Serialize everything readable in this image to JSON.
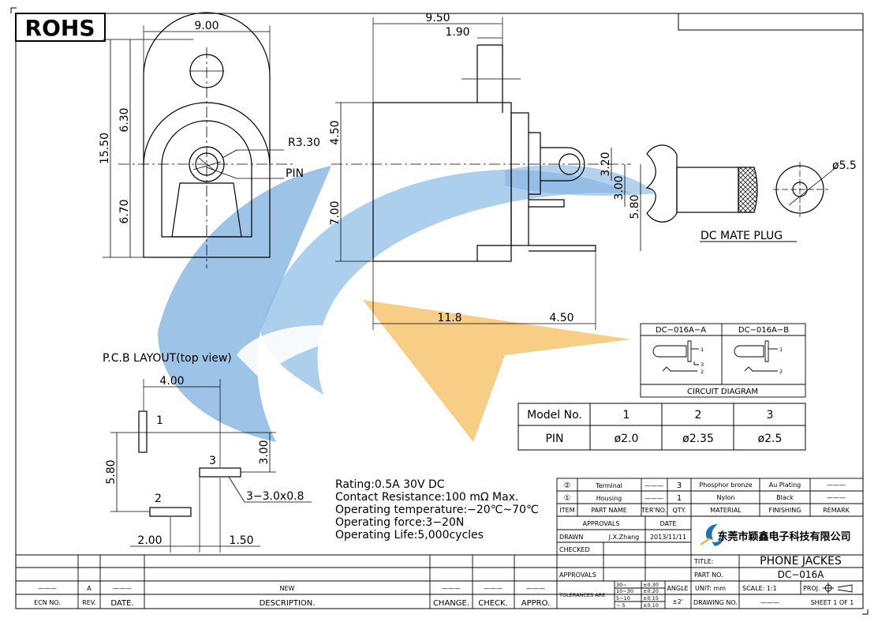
{
  "rohs": "ROHS",
  "front_view": {
    "width": "9.00",
    "height_total": "15.50",
    "upper": "6.30",
    "lower": "6.70",
    "radius": "R3.30",
    "pin": "PIN"
  },
  "side_view": {
    "width": "9.50",
    "terminal_offset": "1.90",
    "upper": "4.50",
    "lower": "7.00",
    "body": "11.8",
    "tail": "4.50",
    "hole_dim": "3.20",
    "pin_dim_a": "3.00",
    "pin_dim_b": "5.80"
  },
  "plug": {
    "diameter": "ø5.5",
    "label": "DC MATE PLUG"
  },
  "pcb": {
    "title": "P.C.B LAYOUT(top view)",
    "dim_top": "4.00",
    "dim_left": "5.80",
    "dim_right": "3.00",
    "dim_bottom_a": "2.00",
    "dim_bottom_b": "1.50",
    "pad_1": "1",
    "pad_2": "2",
    "pad_3": "3",
    "slot": "3−3.0x0.8"
  },
  "specs": [
    "Rating:0.5A 30V DC",
    "Contact Resistance:100 mΩ Max.",
    "Operating temperature:−20℃~70℃",
    "Operating force:3−20N",
    "Operating Life:5,000cycles"
  ],
  "circuit": {
    "col_a": "DC−016A−A",
    "col_b": "DC−016A−B",
    "caption": "CIRCUIT DIAGRAM",
    "t1": "1",
    "t2": "2",
    "t3": "3"
  },
  "model_table": {
    "header": [
      "Model No.",
      "1",
      "2",
      "3"
    ],
    "row": [
      "PIN",
      "ø2.0",
      "ø2.35",
      "ø2.5"
    ]
  },
  "bom": {
    "rows": [
      {
        "item": "②",
        "part": "Terminal",
        "ter": "———",
        "qty": "3",
        "material": "Phosphor bronze",
        "finish": "Au Plating",
        "remark": "———"
      },
      {
        "item": "①",
        "part": "Housing",
        "ter": "———",
        "qty": "1",
        "material": "Nylon",
        "finish": "Black",
        "remark": "———"
      }
    ],
    "header": {
      "item": "ITEM",
      "part": "PART NAME",
      "ter": "TER'NO.",
      "qty": "QTY.",
      "material": "MATERIAL",
      "finish": "FINISHING",
      "remark": "REMARK"
    }
  },
  "titleblock": {
    "approvals_label": "APPROVALS",
    "date_label": "DATE",
    "drawn_label": "DRAWN",
    "drawn_by": "J.X.Zhang",
    "drawn_date": "2013/11/11",
    "checked_label": "CHECKED",
    "approvals_row_label": "APPROVALS",
    "company": "东莞市颖鑫电子科技有限公司",
    "title_label": "TITLE:",
    "title": "PHONE JACKES",
    "partno_label": "PART NO.",
    "partno": "DC−016A",
    "tol_label": "TOLERANCES ARE",
    "tol_ranges": [
      "30~",
      "10~30",
      "5~10",
      "~ 5"
    ],
    "tol_values": [
      "±0.30",
      "±0.20",
      "±0.15",
      "±0.10"
    ],
    "angle_label": "ANGLE",
    "angle_value": "±2'",
    "unit": "UNIT: mm",
    "scale": "SCALE: 1:1",
    "proj": "PROJ.",
    "drawing_no_label": "DRAWING NO.",
    "drawing_no": "———",
    "sheet": "SHEET 1 OF 1"
  },
  "revision": {
    "row": {
      "ecn": "———",
      "rev": "A",
      "date": "———",
      "desc": "NEW",
      "change": "———",
      "check": "———",
      "appro": "———"
    },
    "header": {
      "ecn": "ECN NO.",
      "rev": "REV.",
      "date": "DATE.",
      "desc": "DESCRIPTION.",
      "change": "CHANGE.",
      "check": "CHECK.",
      "appro": "APPRO."
    }
  },
  "colors": {
    "watermark_blue": "#5b9bd5",
    "watermark_orange": "#f5b041",
    "line": "#000000"
  }
}
